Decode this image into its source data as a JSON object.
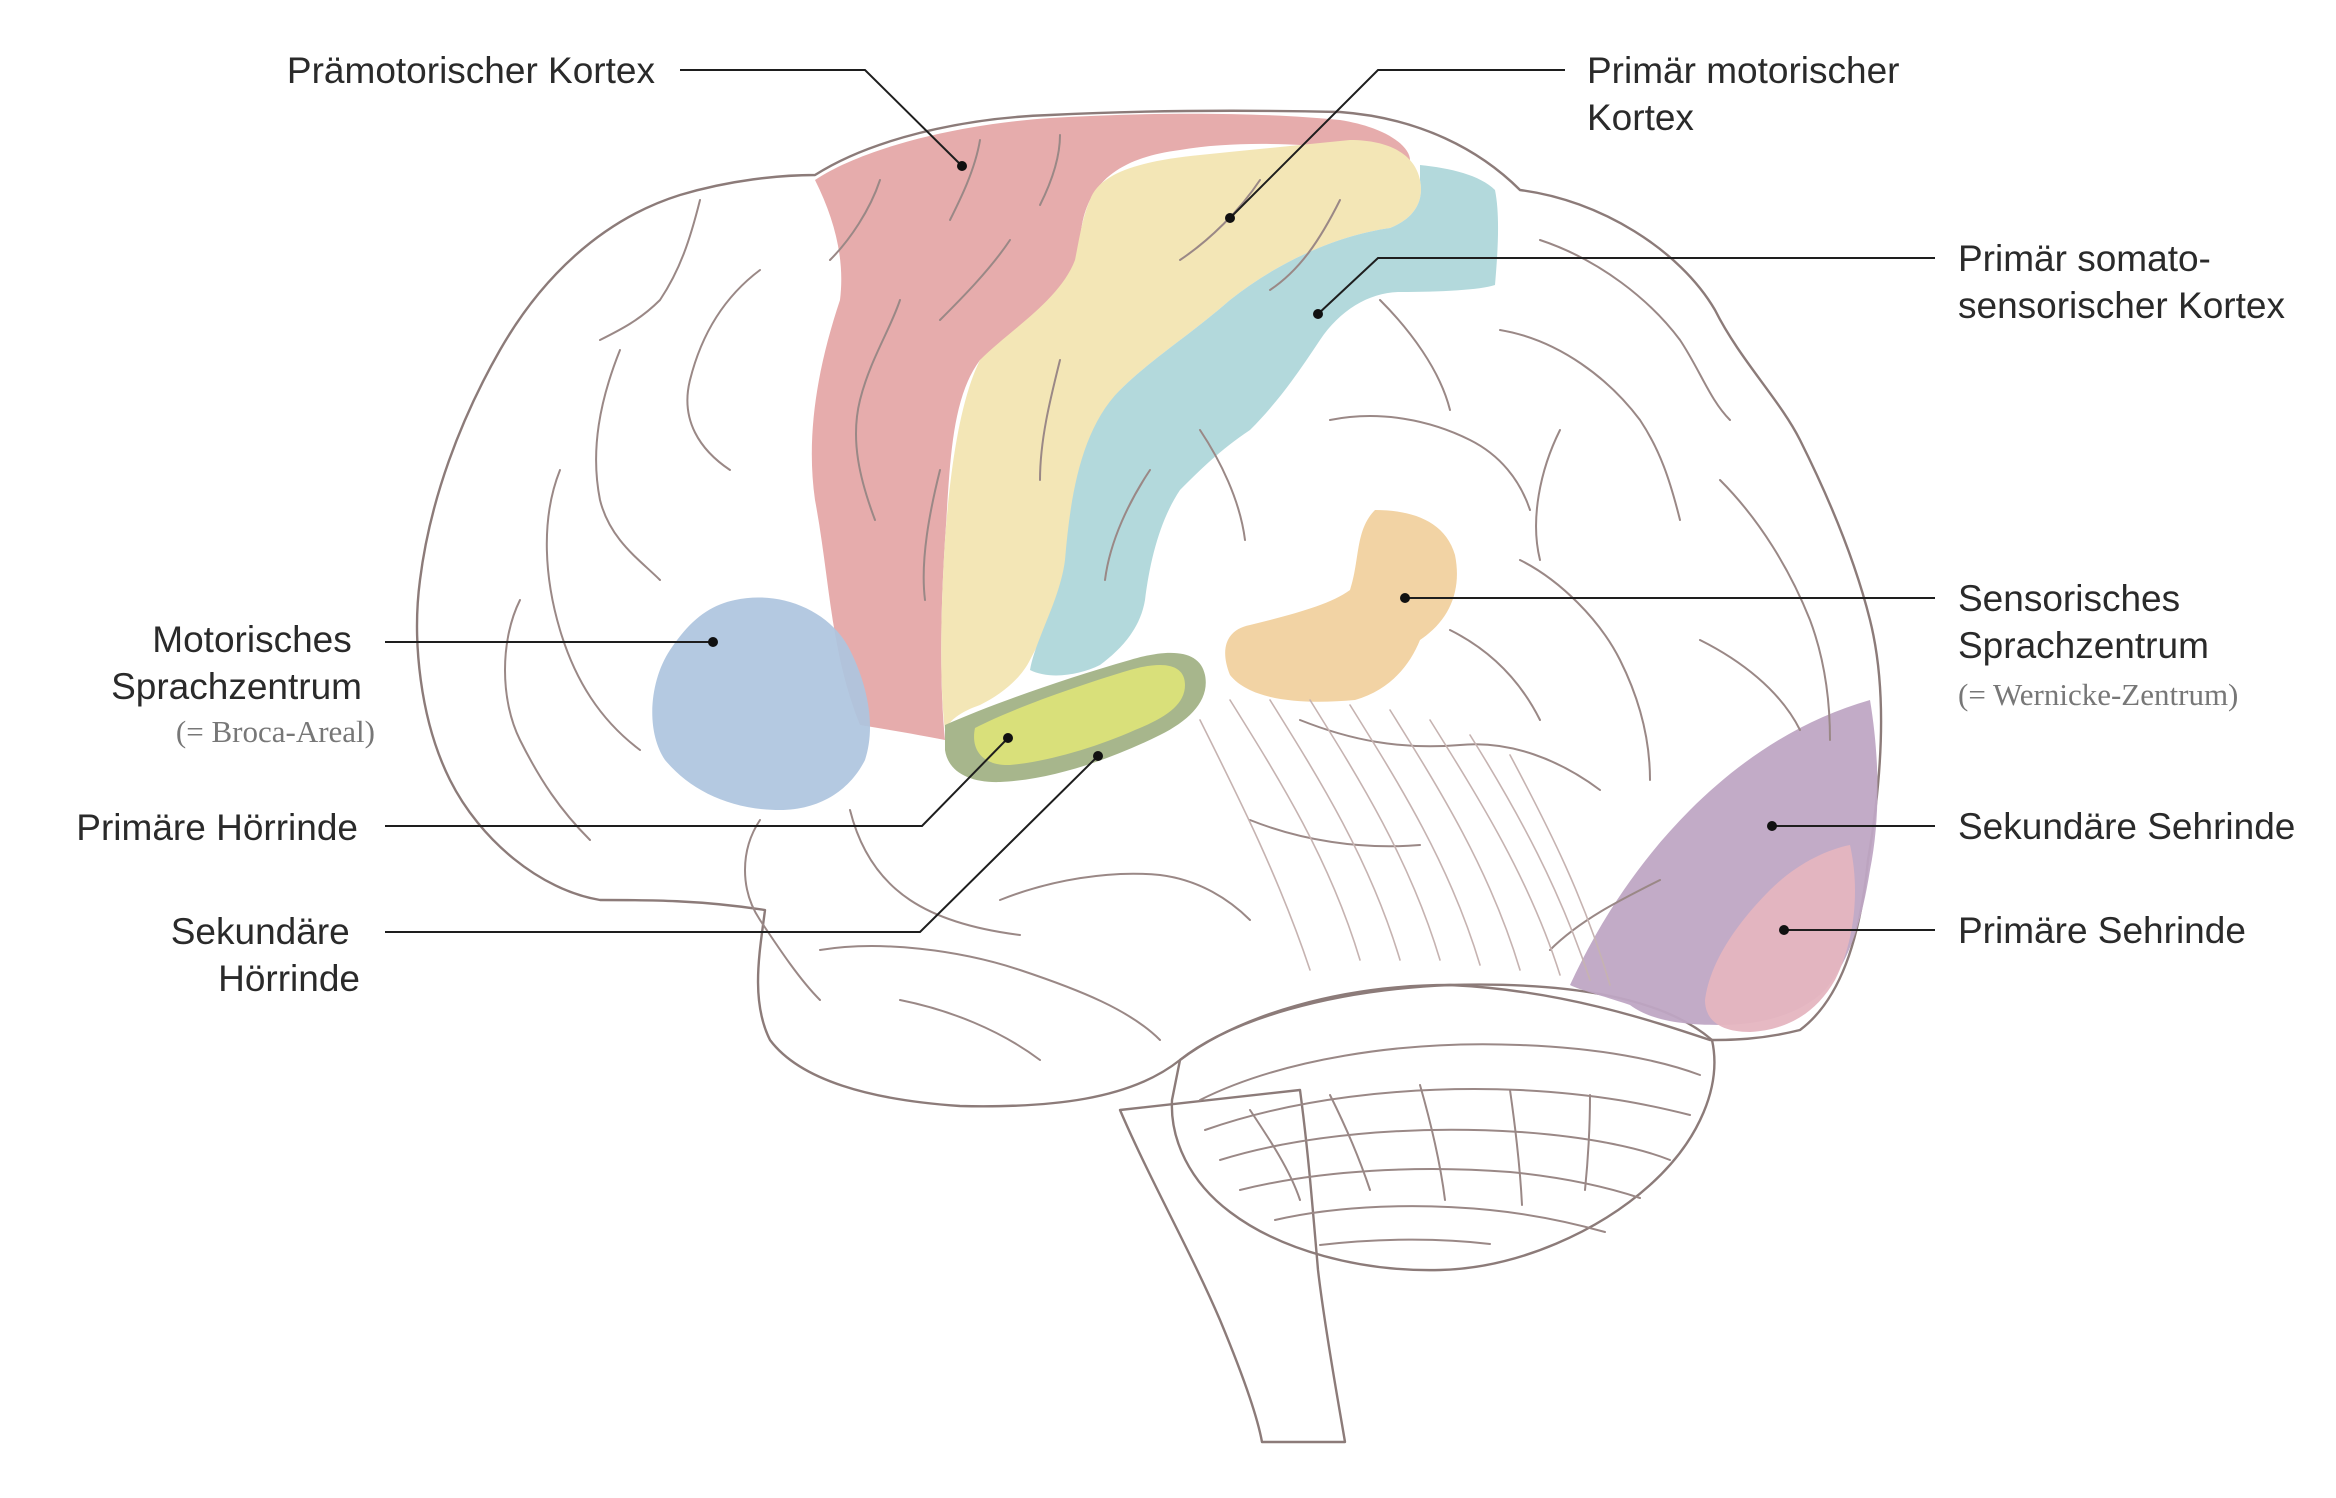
{
  "regions": {
    "premotor": {
      "label": "Prämotorischer Kortex",
      "color": "#e6acac"
    },
    "primary_motor": {
      "label_lines": [
        "Primär motorischer",
        "Kortex"
      ],
      "color": "#f3e6b6"
    },
    "somatosensory": {
      "label_lines": [
        "Primär somato-",
        "sensorischer Kortex"
      ],
      "color": "#b3d9dc"
    },
    "wernicke": {
      "label_lines": [
        "Sensorisches",
        "Sprachzentrum"
      ],
      "sub": "(= Wernicke-Zentrum)",
      "color": "#f2d3a4"
    },
    "secondary_visual": {
      "label": "Sekundäre Sehrinde",
      "color": "#bfa6c4"
    },
    "primary_visual": {
      "label": "Primäre Sehrinde",
      "color": "#e5b5c0"
    },
    "broca": {
      "label_lines": [
        "Motorisches",
        "Sprachzentrum"
      ],
      "sub": "(= Broca-Areal)",
      "color": "#aec4de"
    },
    "primary_auditory": {
      "label": "Primäre Hörrinde",
      "color": "#d9e07a"
    },
    "secondary_auditory": {
      "label_lines": [
        "Sekundäre",
        "Hörrinde"
      ],
      "color": "#a7b68c"
    }
  },
  "brain_color": "#f7f1ec"
}
